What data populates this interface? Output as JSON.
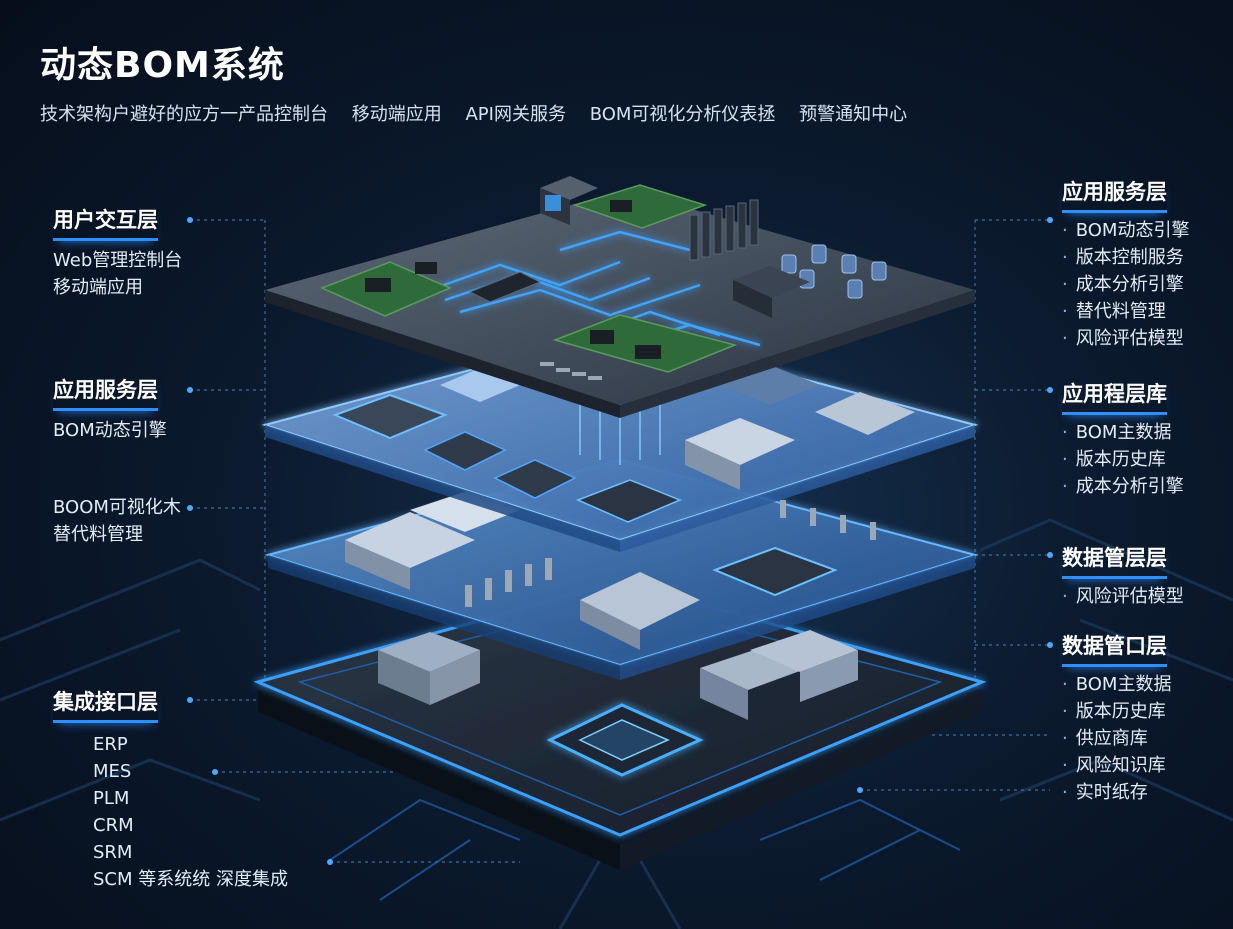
{
  "title": "动态BOM系统",
  "subtitle_items": [
    "技术架构户避好的应方一产品控制台",
    "移动端应用",
    "API网关服务",
    "BOM可视化分析仪表拯",
    "预警通知中心"
  ],
  "left_groups": [
    {
      "heading": "用户交互层",
      "items": [
        "Web管理控制台",
        "移动端应用"
      ]
    },
    {
      "heading": "应用服务层",
      "items": [
        "BOM动态引擎"
      ]
    },
    {
      "heading": "",
      "items": [
        "BOOM可视化木",
        "替代料管理"
      ]
    },
    {
      "heading": "集成接口层",
      "items": [
        "ERP",
        "MES",
        "PLM",
        "CRM",
        "SRM",
        "SCM 等系统统 深度集成"
      ]
    }
  ],
  "right_groups": [
    {
      "heading": "应用服务层",
      "items": [
        "BOM动态引擎",
        "版本控制服务",
        "成本分析引擎",
        "替代料管理",
        "风险评估模型"
      ]
    },
    {
      "heading": "应用程层库",
      "items": [
        "BOM主数据",
        "版本历史库",
        "成本分析引擎"
      ]
    },
    {
      "heading": "数据管层层",
      "items": [
        "风险评估模型"
      ]
    },
    {
      "heading": "数据管口层",
      "items": [
        "BOM主数据",
        "版本历史库",
        "供应商库",
        "风险知识库",
        "实时纸存"
      ]
    }
  ],
  "colors": {
    "accent": "#2f8fff",
    "glow": "#39a6ff",
    "background": "#0b1a2e",
    "pcb": "#2f6b3a"
  }
}
